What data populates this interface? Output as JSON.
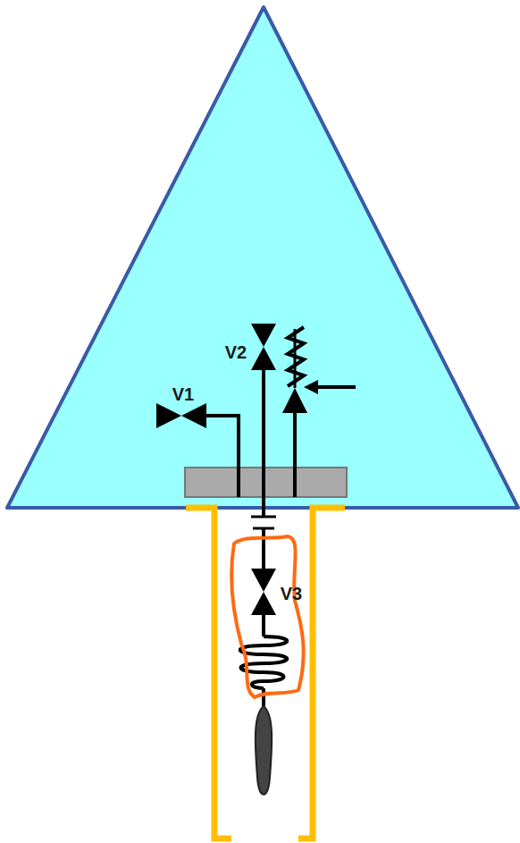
{
  "diagram": {
    "labels": [
      "V2",
      "V1",
      "V3"
    ]
  }
}
